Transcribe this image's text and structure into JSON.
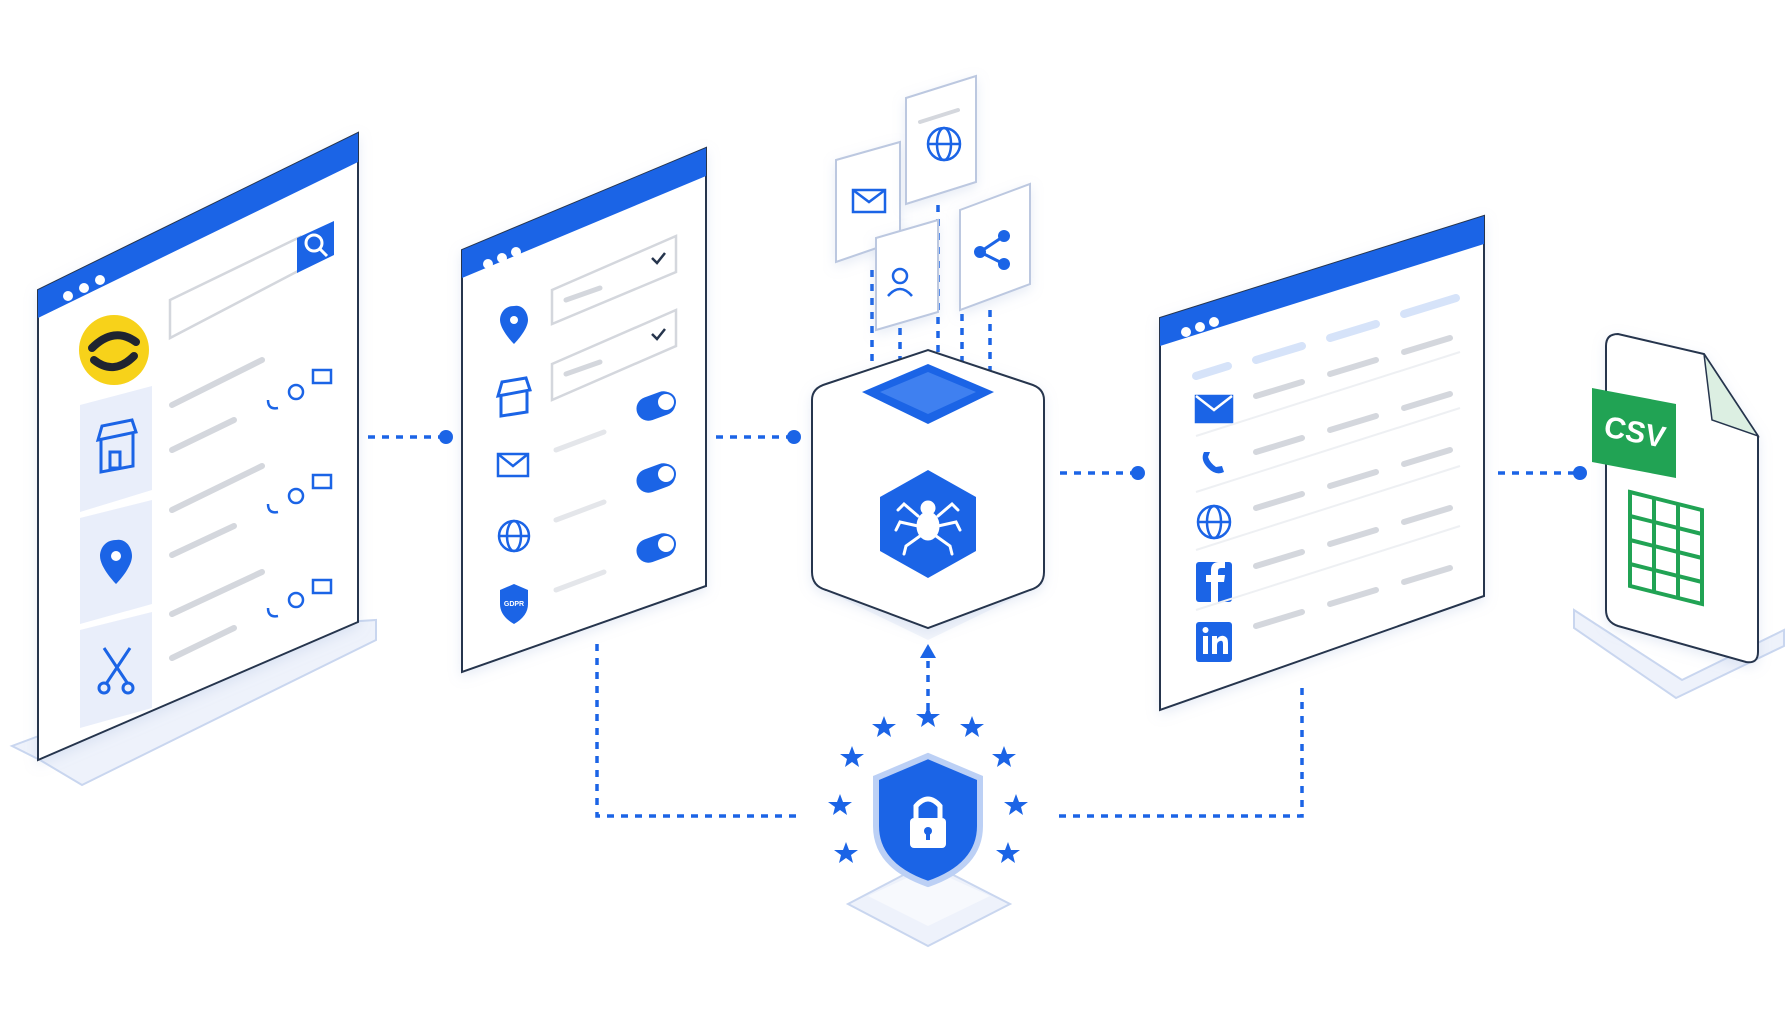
{
  "colors": {
    "primary": "#1b64e6",
    "primary_dark": "#1553c4",
    "panel_bg": "#ffffff",
    "panel_shadow": "#eef2fa",
    "placeholder": "#d4d7dd",
    "placeholder_blue": "#d6e3f9",
    "tile_bg": "#e9eefa",
    "brand_yellow": "#f7d21a",
    "csv_green": "#21a354",
    "connector": "#1b64e6"
  },
  "badges": {
    "gdpr_label": "GDPR",
    "csv_label": "CSV"
  },
  "icons": {
    "search_panel": [
      "logo-icon",
      "store-icon",
      "location-pin-icon",
      "tools-icon",
      "search-icon",
      "phone-icon",
      "globe-icon",
      "email-icon"
    ],
    "filter_panel": [
      "location-pin-icon",
      "store-icon",
      "email-icon",
      "globe-icon",
      "gdpr-shield-icon",
      "checkmark-icon",
      "toggle-switch"
    ],
    "scraper": [
      "spider-icon",
      "email-card-icon",
      "globe-card-icon",
      "contact-card-icon",
      "share-card-icon"
    ],
    "results_panel": [
      "email-icon",
      "phone-icon",
      "globe-icon",
      "facebook-icon",
      "linkedin-icon"
    ],
    "security": [
      "lock-shield-icon",
      "eu-star-icon"
    ],
    "export": [
      "csv-file-icon",
      "spreadsheet-grid-icon"
    ]
  }
}
